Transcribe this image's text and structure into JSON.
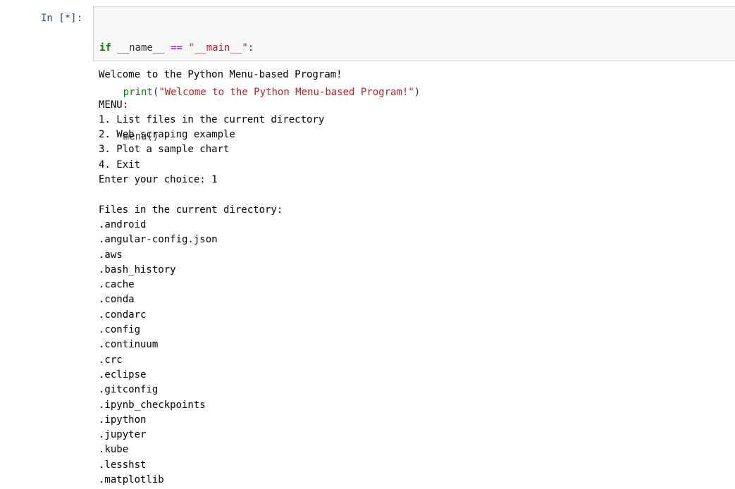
{
  "cell": {
    "prompt": "In [*]:",
    "code": {
      "line1": {
        "kw_if": "if",
        "name_var": "__name__",
        "op_eq": "==",
        "main_str": "\"__main__\"",
        "colon": ":"
      },
      "line2": {
        "indent": "    ",
        "fn_print": "print",
        "open_paren": "(",
        "str_welcome": "\"Welcome to the Python Menu-based Program!\"",
        "close_paren": ")"
      },
      "line3": {
        "indent": "    ",
        "call_menu": "menu()"
      }
    }
  },
  "output": {
    "lines": [
      "Welcome to the Python Menu-based Program!",
      "",
      "MENU:",
      "1. List files in the current directory",
      "2. Web scraping example",
      "3. Plot a sample chart",
      "4. Exit",
      "Enter your choice: 1",
      "",
      "Files in the current directory:",
      ".android",
      ".angular-config.json",
      ".aws",
      ".bash_history",
      ".cache",
      ".conda",
      ".condarc",
      ".config",
      ".continuum",
      ".crc",
      ".eclipse",
      ".gitconfig",
      ".ipynb_checkpoints",
      ".ipython",
      ".jupyter",
      ".kube",
      ".lesshst",
      ".matplotlib"
    ]
  },
  "colors": {
    "prompt": "#303f9f",
    "input_bg": "#f7f7f7",
    "input_border": "#cfcfcf",
    "keyword": "#008000",
    "operator": "#aa22ff",
    "string": "#ba2121"
  }
}
